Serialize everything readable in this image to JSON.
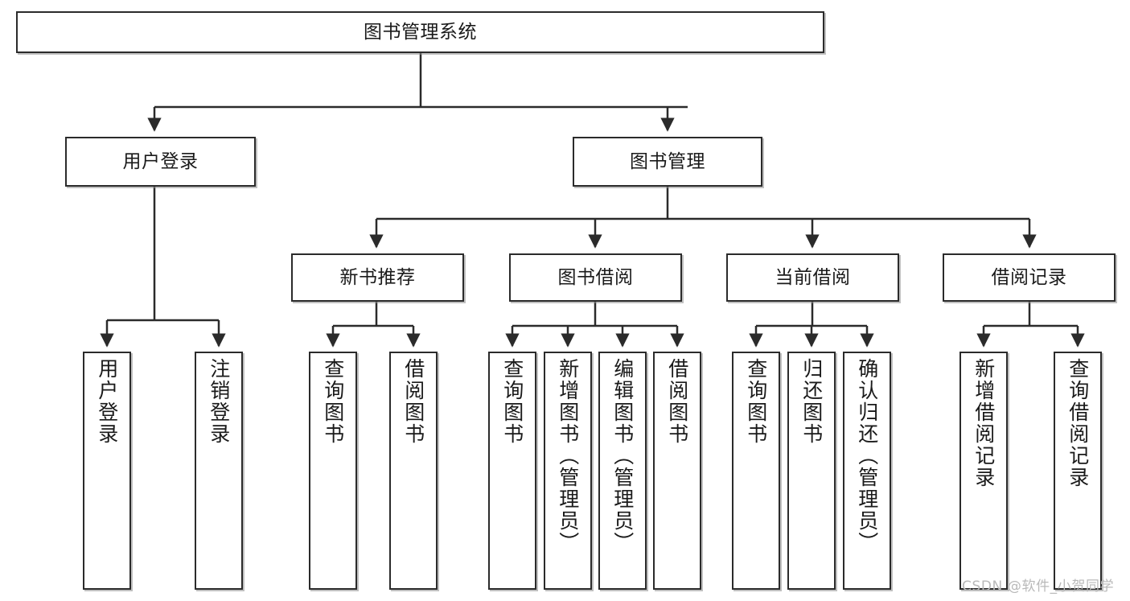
{
  "diagram": {
    "title": "图书管理系统",
    "type": "tree-hierarchy-chart",
    "watermark": "CSDN @软件_小贺同学",
    "colors": {
      "border": "#2b2b2b",
      "background": "#ffffff",
      "text": "#1a1a1a",
      "watermark": "#b9b9b9"
    },
    "nodes": {
      "root": {
        "label": "图书管理系统"
      },
      "level2": [
        {
          "id": "user-login",
          "label": "用户登录"
        },
        {
          "id": "book-manage",
          "label": "图书管理"
        }
      ],
      "level3": [
        {
          "id": "new-book-recommend",
          "label": "新书推荐"
        },
        {
          "id": "book-borrow",
          "label": "图书借阅"
        },
        {
          "id": "current-borrow",
          "label": "当前借阅"
        },
        {
          "id": "borrow-record",
          "label": "借阅记录"
        }
      ],
      "leaves": {
        "user-login": [
          {
            "id": "leaf-user-login",
            "label": "用户登录"
          },
          {
            "id": "leaf-logout-login",
            "label": "注销登录"
          }
        ],
        "new-book-recommend": [
          {
            "id": "leaf-query-book-1",
            "label": "查询图书"
          },
          {
            "id": "leaf-borrow-book-1",
            "label": "借阅图书"
          }
        ],
        "book-borrow": [
          {
            "id": "leaf-query-book-2",
            "label": "查询图书"
          },
          {
            "id": "leaf-add-book",
            "label": "新增图书（管理员）"
          },
          {
            "id": "leaf-edit-book",
            "label": "编辑图书（管理员）"
          },
          {
            "id": "leaf-borrow-book-2",
            "label": "借阅图书"
          }
        ],
        "current-borrow": [
          {
            "id": "leaf-query-book-3",
            "label": "查询图书"
          },
          {
            "id": "leaf-return-book",
            "label": "归还图书"
          },
          {
            "id": "leaf-confirm-return",
            "label": "确认归还（管理员）"
          }
        ],
        "borrow-record": [
          {
            "id": "leaf-add-record",
            "label": "新增借阅记录"
          },
          {
            "id": "leaf-query-record",
            "label": "查询借阅记录"
          }
        ]
      }
    }
  }
}
